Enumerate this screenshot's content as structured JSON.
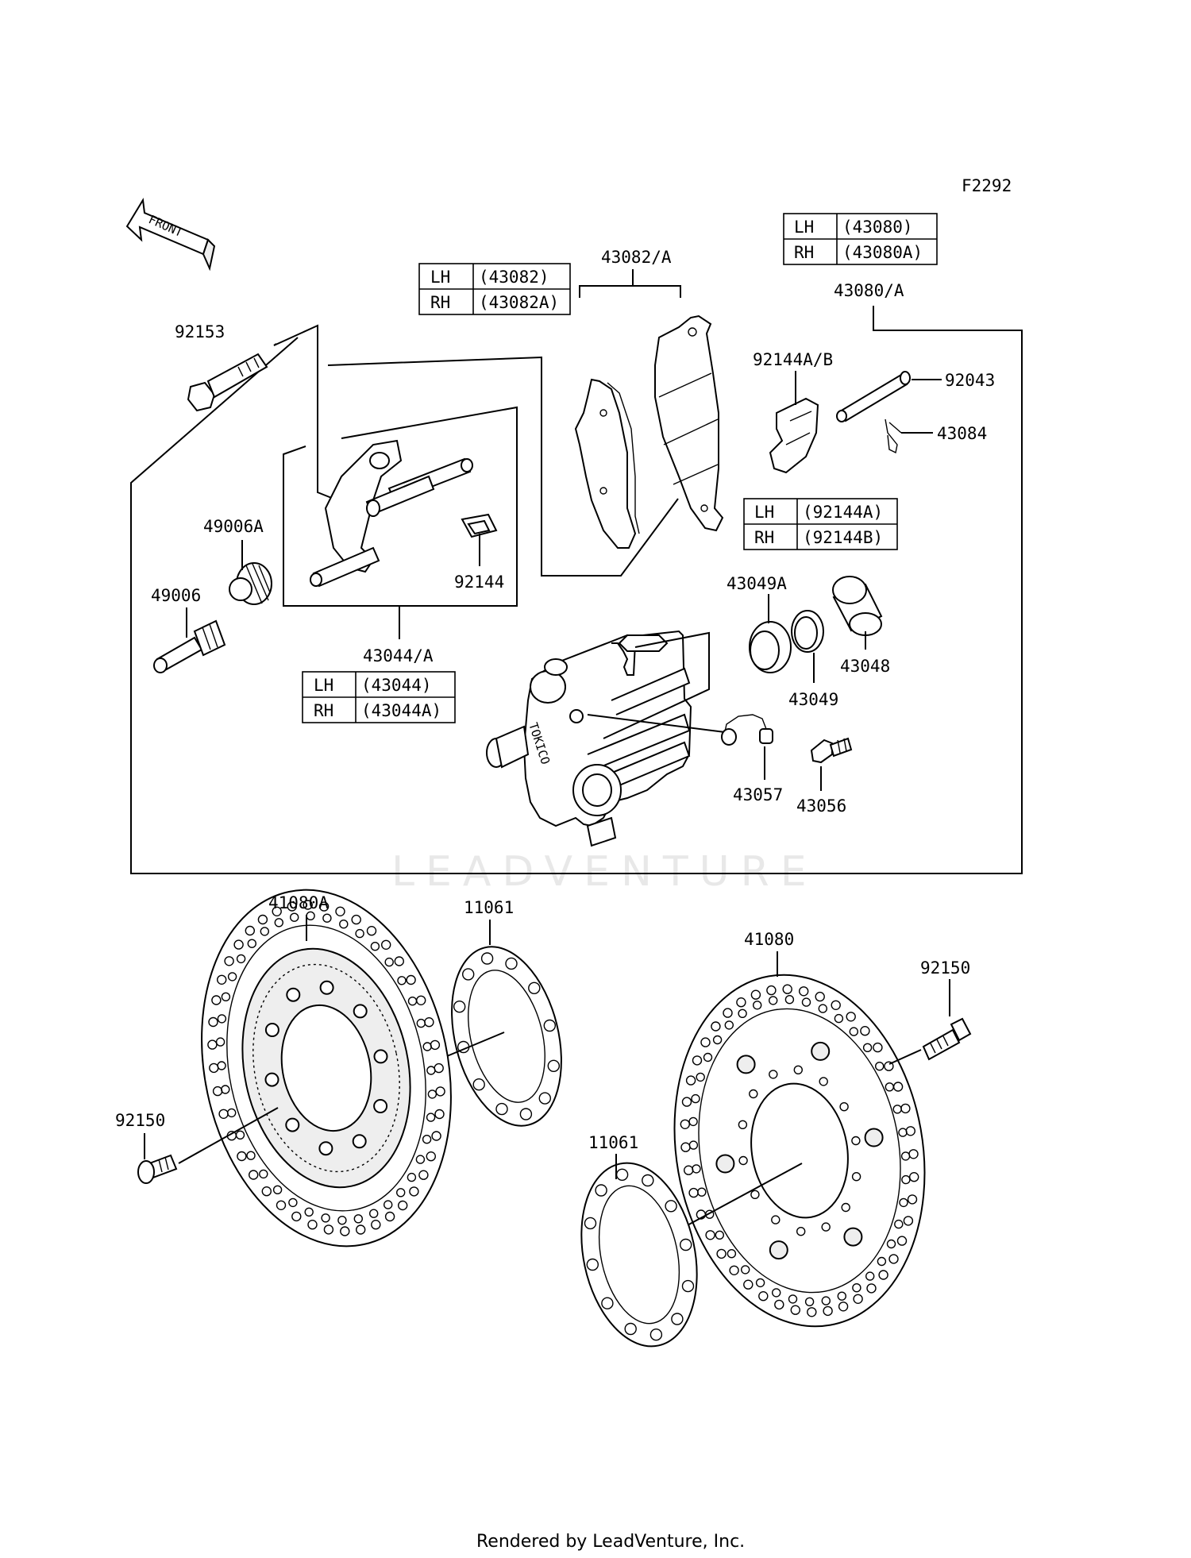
{
  "figure_code": "F2292",
  "front_label": "FRONT",
  "caliper_brand": "TOKICO",
  "watermark": "LEADVENTURE",
  "footer": "Rendered by LeadVenture, Inc.",
  "parts": {
    "p92153": "92153",
    "p49006A": "49006A",
    "p49006": "49006",
    "p92144": "92144",
    "p43044A": "43044/A",
    "p43082A": "43082/A",
    "p43080A": "43080/A",
    "p92144AB": "92144A/B",
    "p92043": "92043",
    "p43084": "43084",
    "p43049A": "43049A",
    "p43048": "43048",
    "p43049": "43049",
    "p43057": "43057",
    "p43056": "43056",
    "p41080A": "41080A",
    "p11061a": "11061",
    "p41080": "41080",
    "p92150a": "92150",
    "p92150b": "92150",
    "p11061b": "11061"
  },
  "tables": {
    "t43082": [
      {
        "side": "LH",
        "part": "(43082)"
      },
      {
        "side": "RH",
        "part": "(43082A)"
      }
    ],
    "t43080": [
      {
        "side": "LH",
        "part": "(43080)"
      },
      {
        "side": "RH",
        "part": "(43080A)"
      }
    ],
    "t92144": [
      {
        "side": "LH",
        "part": "(92144A)"
      },
      {
        "side": "RH",
        "part": "(92144B)"
      }
    ],
    "t43044": [
      {
        "side": "LH",
        "part": "(43044)"
      },
      {
        "side": "RH",
        "part": "(43044A)"
      }
    ]
  }
}
